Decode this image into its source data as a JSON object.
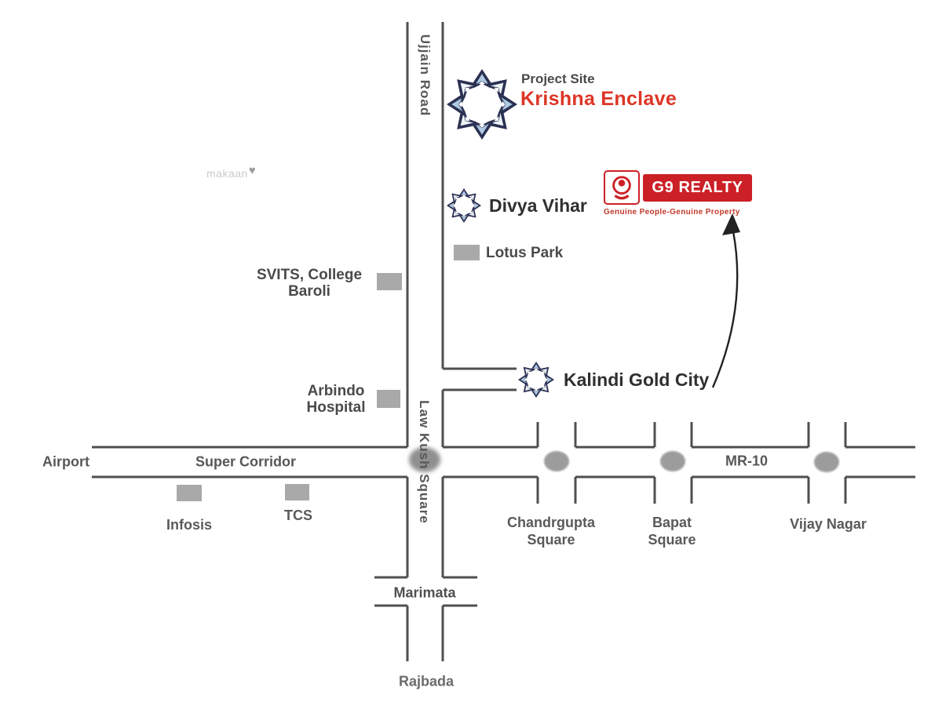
{
  "watermark": {
    "text": "makaan",
    "heart_icon": "♥"
  },
  "project": {
    "eyebrow": "Project Site",
    "name": "Krishna Enclave"
  },
  "brand": {
    "name": "G9 REALTY",
    "tagline": "Genuine People-Genuine Property"
  },
  "roads": {
    "vertical_top": "Ujjain Road",
    "central_junction": "Law Kush Square",
    "west_end": "Airport",
    "west_name": "Super Corridor",
    "east_name": "MR-10",
    "south_cross": "Marimata",
    "south_end": "Rajbada"
  },
  "places": {
    "divya_vihar": {
      "label": "Divya Vihar"
    },
    "lotus_park": {
      "label": "Lotus Park"
    },
    "svits": {
      "label": [
        "SVITS, College",
        "Baroli"
      ]
    },
    "arbindo": {
      "label": [
        "Arbindo",
        "Hospital"
      ]
    },
    "kalindi": {
      "label": "Kalindi Gold City"
    },
    "infosis": {
      "label": "Infosis"
    },
    "tcs": {
      "label": "TCS"
    },
    "chandrgupta": {
      "label": [
        "Chandrgupta",
        "Square"
      ]
    },
    "bapat": {
      "label": [
        "Bapat",
        "Square"
      ]
    },
    "vijay_nagar": {
      "label": "Vijay Nagar"
    }
  },
  "colors": {
    "road_line": "#4f4f4f",
    "project_red": "#de3526",
    "brand_red": "#cd2026",
    "flower_navy": "#2b3152",
    "flower_light_blue": "#aecbe3",
    "flower_yellow": "#f5c41e",
    "landmark_gray": "#a9a9a9",
    "junction_gray": "#9c9c9c",
    "watermark_gray": "#cbcbcb"
  }
}
